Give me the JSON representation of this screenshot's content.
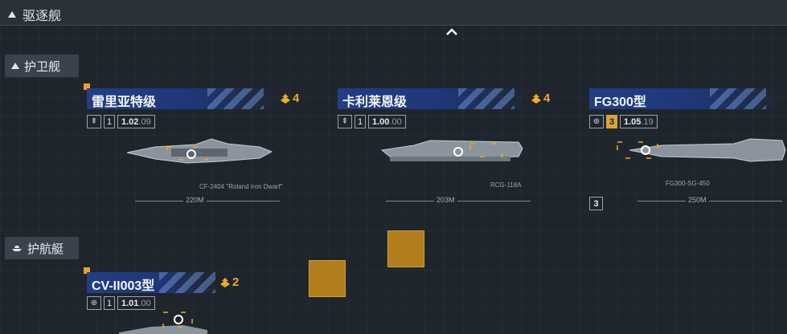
{
  "top_section": {
    "label": "驱逐舰"
  },
  "sections": {
    "escort": {
      "label": "护卫舰"
    },
    "patrol": {
      "label": "护航艇"
    }
  },
  "cards": [
    {
      "name": "雷里亚特级",
      "rank": "4",
      "level": "1",
      "version_main": "1.02",
      "version_sub": ".09",
      "length": "220M",
      "annotation": "CF-2404 \"Roland Iron Dwarf\""
    },
    {
      "name": "卡利莱恩级",
      "rank": "4",
      "level": "1",
      "version_main": "1.00",
      "version_sub": ".00",
      "length": "203M",
      "annotation": "RCG-118A"
    },
    {
      "name": "FG300型",
      "rank": "",
      "level": "3",
      "version_main": "1.05",
      "version_sub": ".19",
      "length": "250M",
      "annotation": "FG300-SG-450",
      "tier_tag": "3"
    },
    {
      "name": "CV-II003型",
      "rank": "2",
      "level": "1",
      "version_main": "1.01",
      "version_sub": ".00"
    }
  ],
  "colors": {
    "accent": "#f0a92a",
    "namebar": "#213e86",
    "background": "#1f252c",
    "marker": "#b07e1c"
  }
}
